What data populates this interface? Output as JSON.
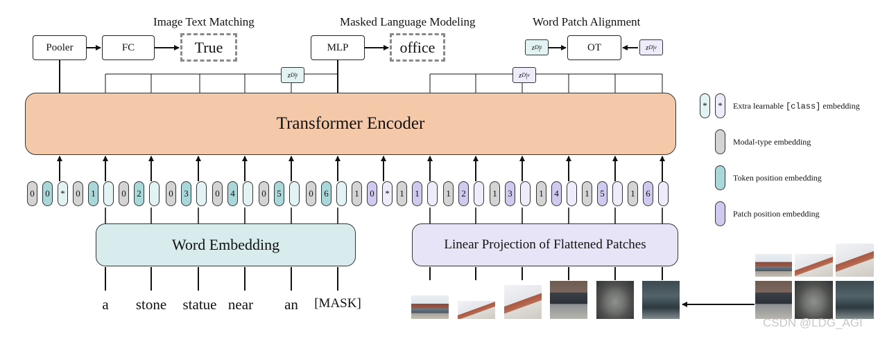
{
  "heads": {
    "itm_title": "Image Text Matching",
    "mlm_title": "Masked Language Modeling",
    "wpa_title": "Word Patch Alignment",
    "pooler": "Pooler",
    "fc": "FC",
    "itm_output": "True",
    "mlp": "MLP",
    "mlm_output": "office",
    "ot": "OT",
    "z_text": "z",
    "z_sup": "D",
    "z_sub_t": "t",
    "z_sub_v": "v"
  },
  "encoder": {
    "label": "Transformer Encoder"
  },
  "text_embedding": {
    "label": "Word Embedding"
  },
  "patch_embedding": {
    "label": "Linear Projection of Flattened Patches"
  },
  "words": [
    "a",
    "stone",
    "statue",
    "near",
    "an",
    "[MASK]"
  ],
  "token_groups": [
    {
      "modal": "0",
      "pos": "0",
      "cls": "*",
      "kind": "text"
    },
    {
      "modal": "0",
      "pos": "1",
      "cls": "",
      "kind": "text"
    },
    {
      "modal": "0",
      "pos": "2",
      "cls": "",
      "kind": "text"
    },
    {
      "modal": "0",
      "pos": "3",
      "cls": "",
      "kind": "text"
    },
    {
      "modal": "0",
      "pos": "4",
      "cls": "",
      "kind": "text"
    },
    {
      "modal": "0",
      "pos": "5",
      "cls": "",
      "kind": "text"
    },
    {
      "modal": "0",
      "pos": "6",
      "cls": "",
      "kind": "text"
    },
    {
      "modal": "1",
      "pos": "0",
      "cls": "*",
      "kind": "image"
    },
    {
      "modal": "1",
      "pos": "1",
      "cls": "",
      "kind": "image"
    },
    {
      "modal": "1",
      "pos": "2",
      "cls": "",
      "kind": "image"
    },
    {
      "modal": "1",
      "pos": "3",
      "cls": "",
      "kind": "image"
    },
    {
      "modal": "1",
      "pos": "4",
      "cls": "",
      "kind": "image"
    },
    {
      "modal": "1",
      "pos": "5",
      "cls": "",
      "kind": "image"
    },
    {
      "modal": "1",
      "pos": "6",
      "cls": "",
      "kind": "image"
    }
  ],
  "legend": {
    "cls_symbol": "*",
    "cls_prefix": "Extra learnable",
    "cls_code": "[class]",
    "cls_suffix": "embedding",
    "modal": "Modal-type embedding",
    "token_pos": "Token position embedding",
    "patch_pos": "Patch position embedding"
  },
  "colors": {
    "encoder": "#f4c9a9",
    "word_embedding": "#d8ecee",
    "patch_embedding": "#e7e4f8",
    "modal": "#d4d4d4",
    "token_pos": "#a9d7da",
    "patch_pos": "#cfcbee"
  },
  "watermark": "CSDN @LDG_AGI"
}
